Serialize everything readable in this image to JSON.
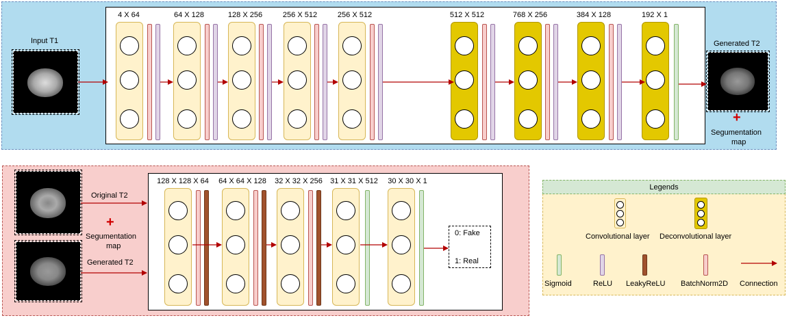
{
  "generator": {
    "input_label": "Input T1",
    "output_label": "Generated T2",
    "seg_label_1": "Segumentation",
    "seg_label_2": "map",
    "layer_dims": [
      "4 X 64",
      "64 X 128",
      "128 X 256",
      "256 X 512",
      "256 X 512",
      "512 X 512",
      "768 X 256",
      "384 X 128",
      "192 X 1"
    ]
  },
  "discriminator": {
    "original_label": "Original T2",
    "seg_label_1": "Segumentation",
    "seg_label_2": "map",
    "generated_label": "Generated T2",
    "layer_dims": [
      "128 X 128 X 64",
      "64 X 64 X 128",
      "32 X 32 X 256",
      "31 X 31 X 512",
      "30 X 30 X 1"
    ],
    "out_fake": "0: Fake",
    "out_real": "1: Real"
  },
  "legend": {
    "title": "Legends",
    "conv": "Convolutional layer",
    "deconv": "Deconvolutional layer",
    "sigmoid": "Sigmoid",
    "relu": "ReLU",
    "leaky": "LeakyReLU",
    "bn": "BatchNorm2D",
    "connection": "Connection"
  },
  "colors": {
    "arrow": "#b20000",
    "generator_bg": "#b1dcef",
    "discriminator_bg": "#f8cecc",
    "conv_fill": "#fff2cc",
    "deconv_fill": "#e3c800",
    "batchnorm": "#f8cecc",
    "relu": "#e1d5e7",
    "leakyrelu": "#a0522d",
    "sigmoid": "#d5e8d4"
  }
}
